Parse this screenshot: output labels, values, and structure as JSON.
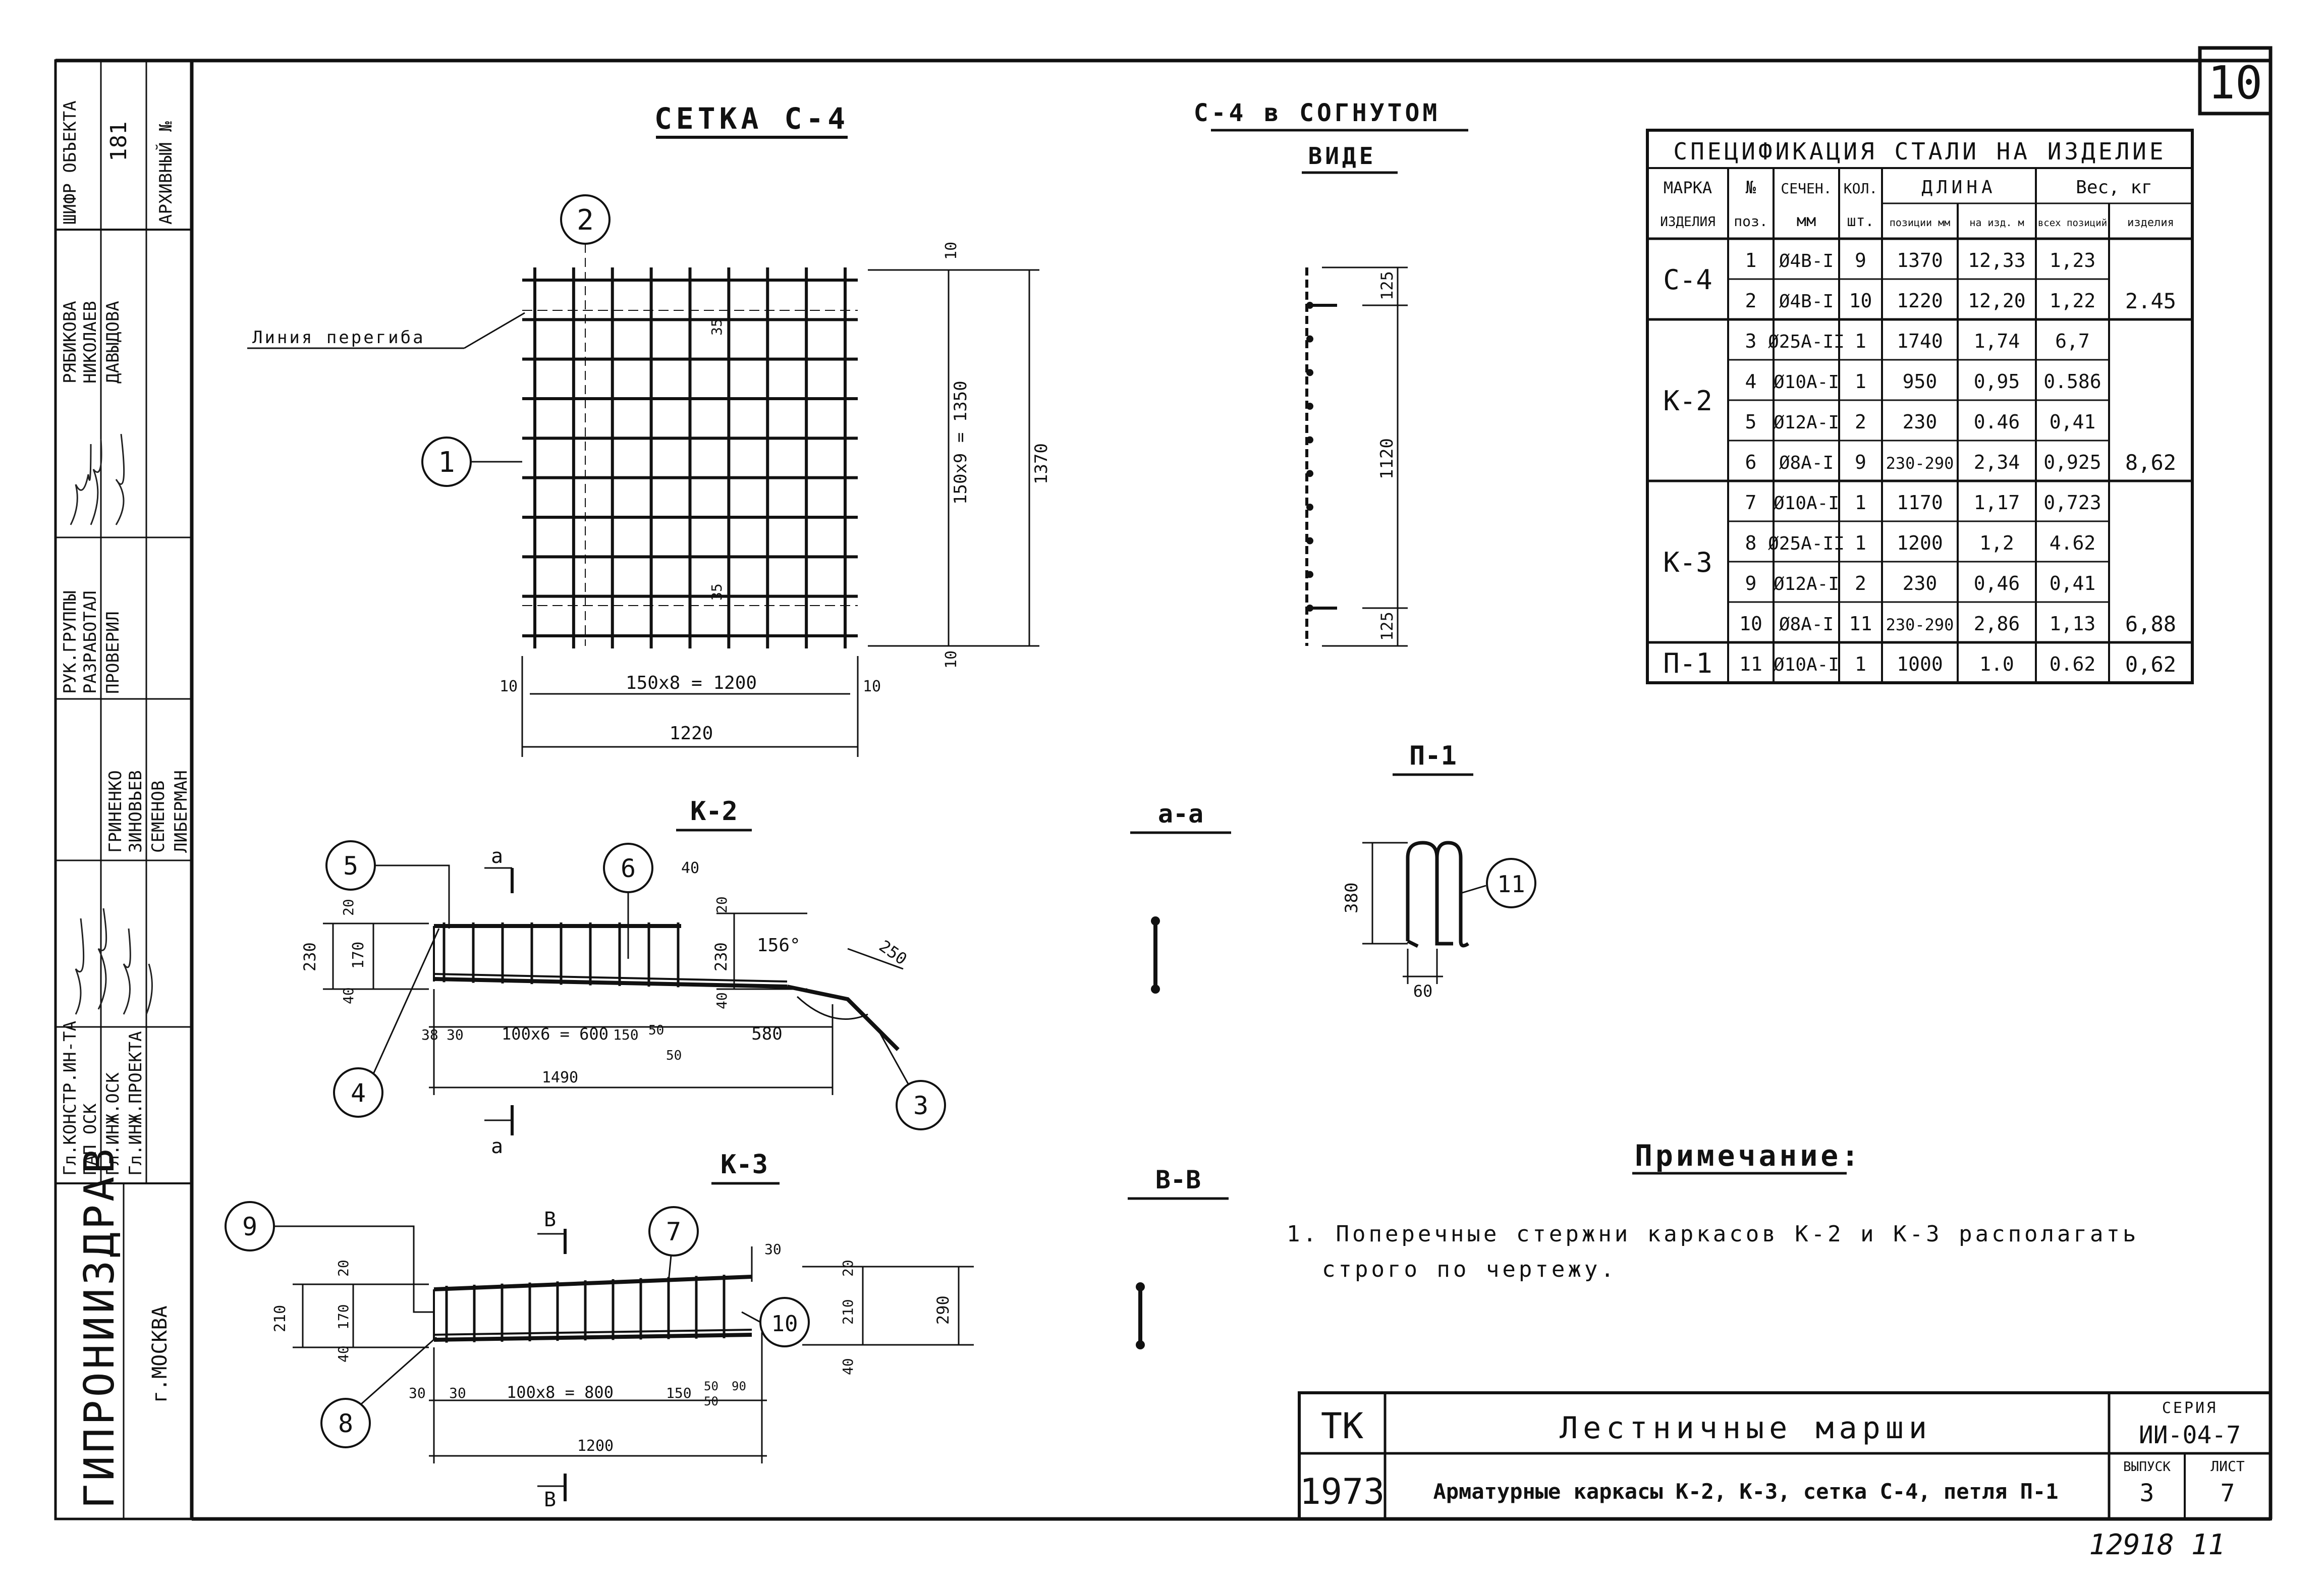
{
  "sheet_number": "10",
  "bottom_note": "12918 11",
  "stamp": {
    "org": "ГИПРОНИИЗДРАВ",
    "city": "г.МОСКВА",
    "roles": [
      "Гл.КОНСТР.ИН-ТА",
      "ГАП ОСК",
      "Гл.ИНЖ.ОСК",
      "Гл.ИНЖ.ПРОЕКТА",
      "РУК.ГРУППЫ",
      "РАЗРАБОТАЛ",
      "ПРОВЕРИЛ"
    ],
    "names": [
      "ГРИНЕНКО",
      "ЗИНОВЬЕВ",
      "СЕМЕНОВ",
      "ЛИБЕРМАН",
      "РЯБИКОВА",
      "НИКОЛАЕВ",
      "ДАВЫДОВА"
    ],
    "object_code_label": "ШИФР ОБЪЕКТА",
    "object_code": "181",
    "archive_label": "АРХИВНЫЙ №"
  },
  "views": {
    "c4_title": "СЕТКА С-4",
    "c4_bent_title_1": "С-4 в СОГНУТОМ",
    "c4_bent_title_2": "ВИДЕ",
    "k2_title": "К-2",
    "k3_title": "К-3",
    "p1_title": "П-1",
    "aa_title": "а-а",
    "bb_title": "В-В",
    "bend_line_label": "Линия перегиба"
  },
  "dimensions": {
    "c4": {
      "d150x9": "150х9 = 1350",
      "d1370": "1370",
      "d150x8": "150х8 = 1200",
      "d1220": "1220",
      "d10": "10",
      "d35": "35"
    },
    "bent": {
      "d125": "125",
      "d1120": "1120"
    },
    "k2": {
      "d230": "230",
      "d170": "170",
      "d20": "20",
      "d40": "40",
      "d38": "38",
      "d30": "30",
      "d100x6": "100х6 = 600",
      "d150": "150",
      "d50": "50",
      "d580": "580",
      "d1490": "1490",
      "ang": "156°",
      "d250": "250",
      "cut": "а"
    },
    "k3": {
      "d210": "210",
      "d170": "170",
      "d20": "20",
      "d40": "40",
      "d30": "30",
      "d100x8": "100х8 = 800",
      "d150": "150",
      "d50": "50",
      "d90": "90",
      "d1200": "1200",
      "d290": "290",
      "cut": "В"
    },
    "p1": {
      "d380": "380",
      "d60": "60"
    }
  },
  "callouts": [
    "1",
    "2",
    "3",
    "4",
    "5",
    "6",
    "7",
    "8",
    "9",
    "10",
    "11"
  ],
  "spec_table": {
    "title": "СПЕЦИФИКАЦИЯ СТАЛИ НА ИЗДЕЛИЕ",
    "head": {
      "mark_1": "МАРКА",
      "mark_2": "ИЗДЕЛИЯ",
      "pos_1": "№",
      "pos_2": "поз.",
      "sec_1": "СЕЧЕН.",
      "sec_2": "мм",
      "qty_1": "КОЛ.",
      "qty_2": "шт.",
      "len": "ДЛИНА",
      "len_pos": "позиции мм",
      "len_item": "на изд. м",
      "wt": "Вес, кг",
      "wt_pos": "всех позиций",
      "wt_item": "изделия"
    },
    "groups": [
      {
        "mark": "С-4",
        "total": "2.45",
        "rows": [
          {
            "pos": "1",
            "sec": "Ø4В-I",
            "qty": "9",
            "lpos": "1370",
            "litem": "12,33",
            "wpos": "1,23"
          },
          {
            "pos": "2",
            "sec": "Ø4В-I",
            "qty": "10",
            "lpos": "1220",
            "litem": "12,20",
            "wpos": "1,22"
          }
        ]
      },
      {
        "mark": "К-2",
        "total": "8,62",
        "rows": [
          {
            "pos": "3",
            "sec": "Ø25А-II",
            "qty": "1",
            "lpos": "1740",
            "litem": "1,74",
            "wpos": "6,7"
          },
          {
            "pos": "4",
            "sec": "Ø10А-I",
            "qty": "1",
            "lpos": "950",
            "litem": "0,95",
            "wpos": "0.586"
          },
          {
            "pos": "5",
            "sec": "Ø12А-I",
            "qty": "2",
            "lpos": "230",
            "litem": "0.46",
            "wpos": "0,41"
          },
          {
            "pos": "6",
            "sec": "Ø8А-I",
            "qty": "9",
            "lpos": "230-290",
            "litem": "2,34",
            "wpos": "0,925"
          }
        ]
      },
      {
        "mark": "К-3",
        "total": "6,88",
        "rows": [
          {
            "pos": "7",
            "sec": "Ø10А-I",
            "qty": "1",
            "lpos": "1170",
            "litem": "1,17",
            "wpos": "0,723"
          },
          {
            "pos": "8",
            "sec": "Ø25А-II",
            "qty": "1",
            "lpos": "1200",
            "litem": "1,2",
            "wpos": "4.62"
          },
          {
            "pos": "9",
            "sec": "Ø12А-I",
            "qty": "2",
            "lpos": "230",
            "litem": "0,46",
            "wpos": "0,41"
          },
          {
            "pos": "10",
            "sec": "Ø8А-I",
            "qty": "11",
            "lpos": "230-290",
            "litem": "2,86",
            "wpos": "1,13"
          }
        ]
      },
      {
        "mark": "П-1",
        "total": "0,62",
        "rows": [
          {
            "pos": "11",
            "sec": "Ø10А-I",
            "qty": "1",
            "lpos": "1000",
            "litem": "1.0",
            "wpos": "0.62"
          }
        ]
      }
    ]
  },
  "note": {
    "title": "Примечание:",
    "line1": "1. Поперечные стержни каркасов К-2 и К-3 располагать",
    "line2": "строго по чертежу."
  },
  "title_block": {
    "tk": "ТК",
    "year": "1973",
    "name": "Лестничные марши",
    "subtitle": "Арматурные каркасы К-2, К-3, сетка С-4, петля П-1",
    "series_label": "СЕРИЯ",
    "series": "ИИ-04-7",
    "issue_label": "ВЫПУСК",
    "issue": "3",
    "sheet_label": "ЛИСТ",
    "sheet": "7"
  }
}
